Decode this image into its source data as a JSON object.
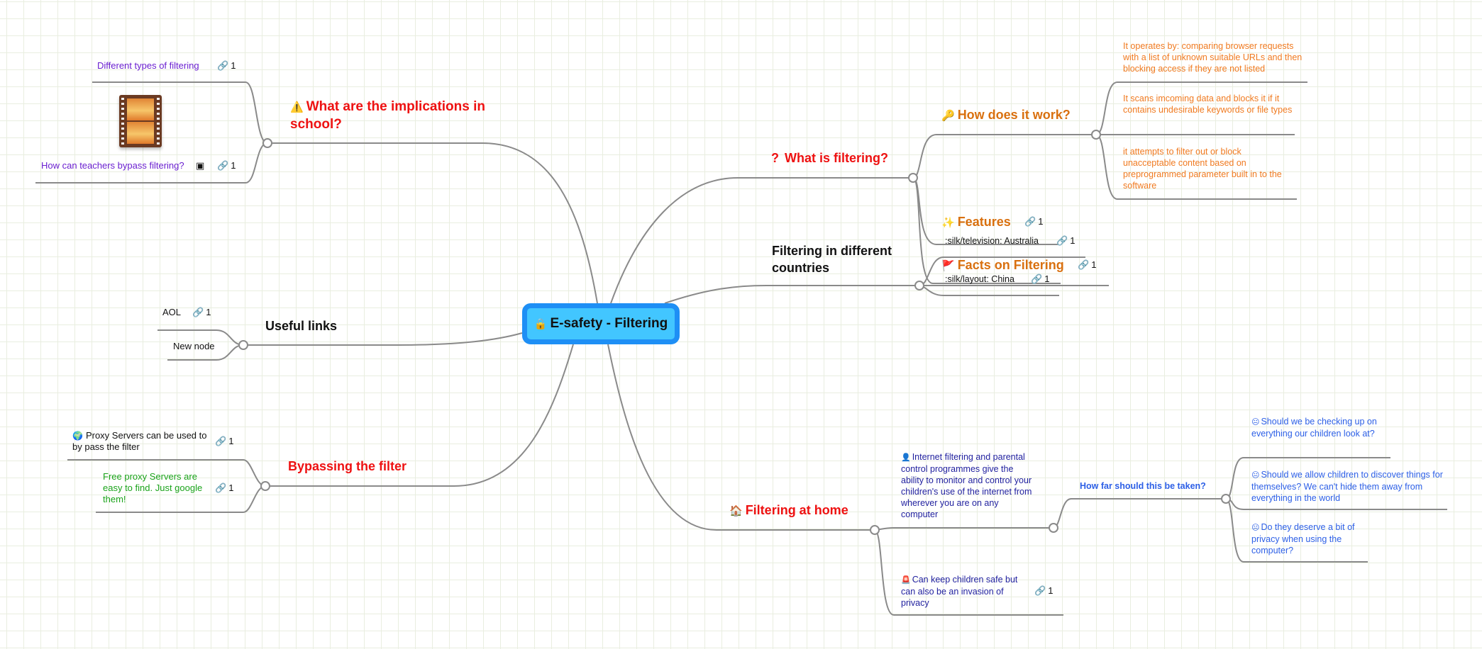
{
  "mindmap": {
    "root": {
      "icon": "lock-icon",
      "glyph": "🔒",
      "label": "E-safety - Filtering"
    },
    "colors": {
      "root_fill": "#42c6ff",
      "root_border": "#1e8ff5",
      "line": "#8a8a8a",
      "grid": "#e9eee0"
    },
    "branches": {
      "implications": {
        "icon": "warning-icon",
        "glyph": "⚠️",
        "label": "What are the implications in school?",
        "children": [
          {
            "label": "Different types of filtering",
            "link_icon": "link-icon",
            "link_count": "1"
          },
          {
            "label": "How can teachers bypass filtering?",
            "has_image": "image-icon",
            "link_icon": "link-icon",
            "link_count": "1"
          }
        ],
        "image": "film-strip-image"
      },
      "useful_links": {
        "label": "Useful links",
        "children": [
          {
            "label": "AOL",
            "link_count": "1"
          },
          {
            "label": "New node"
          }
        ]
      },
      "bypassing": {
        "label": "Bypassing the filter",
        "children": [
          {
            "icon": "globe-icon",
            "glyph": "🌍",
            "label": "Proxy Servers can be used to by pass the filter",
            "link_count": "1"
          },
          {
            "label": "Free proxy Servers are easy to find. Just google them!",
            "link_count": "1"
          }
        ]
      },
      "what_is": {
        "icon": "question-icon",
        "glyph": "?",
        "label": "What is filtering?",
        "children": {
          "how_work": {
            "icon": "key-icon",
            "glyph": "🔑",
            "label": "How does it work?",
            "children": [
              {
                "label": "It operates by: comparing browser requests with a list of unknown suitable URLs and then blocking access if they are not listed"
              },
              {
                "label": "It scans imcoming data and blocks it if it contains undesirable keywords or file types"
              },
              {
                "label": "it attempts to filter out or block unacceptable content based on preprogrammed parameter built in to the software"
              }
            ]
          },
          "features": {
            "icon": "sparkles-icon",
            "glyph": "✨",
            "label": "Features",
            "link_count": "1"
          }
        }
      },
      "countries": {
        "label": "Filtering in different countries",
        "children": [
          {
            "label": ":silk/television: Australia",
            "link_count": "1"
          },
          {
            "icon": "flag-icon",
            "glyph": "🚩",
            "label": "Facts on Filtering",
            "link_count": "1"
          },
          {
            "label": ":silk/layout: China",
            "link_count": "1"
          }
        ]
      },
      "home": {
        "icon": "house-icon",
        "glyph": "🏠",
        "label": "Filtering at home",
        "children": {
          "parental": {
            "icon": "user-icon",
            "glyph": "👤",
            "label": "Internet filtering and parental control programmes give the ability to monitor and control your children's use of the internet from wherever you are on any computer",
            "how_far": {
              "label": "How far should this be taken?",
              "children": [
                {
                  "icon": "neutral-face-icon",
                  "glyph": "😐",
                  "label": "Should we be checking up on everything our children look at?"
                },
                {
                  "icon": "neutral-face-icon",
                  "glyph": "😐",
                  "label": "Should we allow children to discover things for themselves? We can't hide them away from everything in the world"
                },
                {
                  "icon": "neutral-face-icon",
                  "glyph": "😐",
                  "label": "Do they deserve a bit of privacy when using the computer?"
                }
              ]
            }
          },
          "invasion": {
            "icon": "alert-icon",
            "glyph": "🚨",
            "label": "Can keep children safe but can also be an invasion of privacy",
            "link_count": "1"
          }
        }
      }
    },
    "link_glyph": "🔗"
  }
}
